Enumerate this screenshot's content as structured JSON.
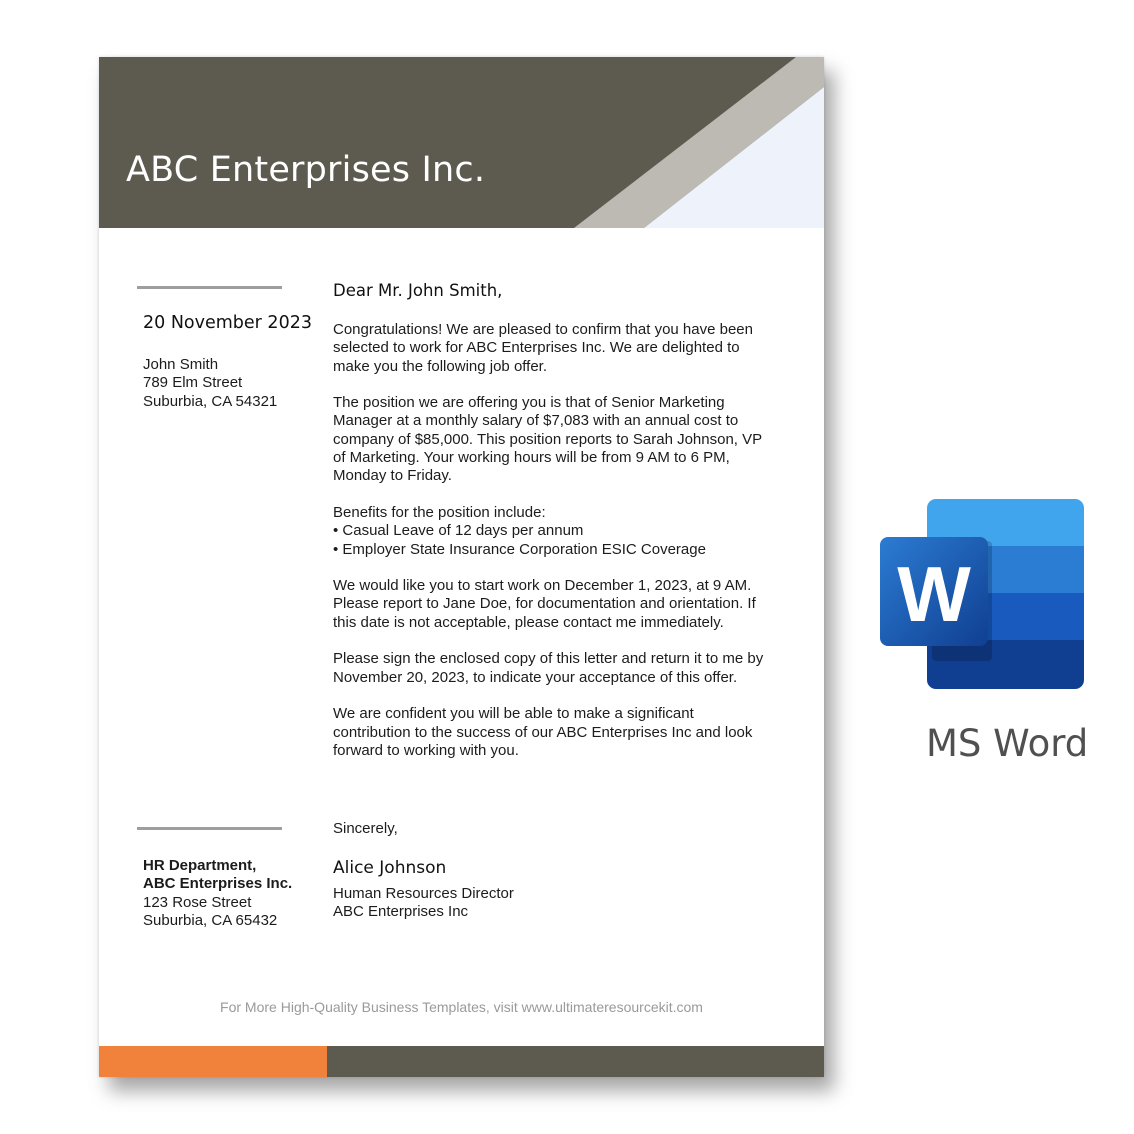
{
  "header": {
    "company": "ABC Enterprises Inc."
  },
  "letter": {
    "date": "20 November 2023",
    "recipient": [
      "John Smith",
      "789 Elm Street",
      "Suburbia, CA 54321"
    ],
    "salutation": "Dear Mr. John Smith,",
    "paragraphs": [
      "Congratulations! We are pleased to confirm that you have been\nselected to work for ABC Enterprises Inc. We are delighted to\nmake you the following job offer.",
      "The position we are offering you is that of Senior Marketing\nManager at a monthly salary of $7,083 with an annual cost to\ncompany of $85,000. This position reports to Sarah Johnson, VP\nof Marketing. Your working hours will be from 9 AM to 6 PM,\nMonday to Friday.",
      "Benefits for the position include:\n• Casual Leave of 12 days per annum\n• Employer State Insurance Corporation ESIC Coverage",
      "We would like you to start work on December 1, 2023, at 9 AM.\nPlease report to Jane Doe, for documentation and orientation. If\nthis date is not acceptable, please contact me immediately.",
      "Please sign the enclosed copy of this letter and return it to me by\nNovember 20, 2023, to indicate your acceptance of this offer.",
      "We are confident you will be able to make a significant\ncontribution to the success of our ABC Enterprises Inc and look\nforward to working with you."
    ],
    "closing": "Sincerely,",
    "signer_name": "Alice Johnson",
    "signer_title": "Human Resources Director",
    "signer_company": "ABC Enterprises Inc"
  },
  "sender": {
    "dept": "HR Department,",
    "company": "ABC Enterprises Inc.",
    "street": "123 Rose Street",
    "city": "Suburbia, CA 65432"
  },
  "footer": {
    "note": "For More High-Quality Business Templates, visit www.ultimateresourcekit.com"
  },
  "colors": {
    "header": "#5d5b4f",
    "stripe": "#bdbab4",
    "corner": "#eef2fb",
    "accent": "#f0823b"
  },
  "icon": {
    "name": "ms-word-icon",
    "letter": "W",
    "caption": "MS Word"
  }
}
